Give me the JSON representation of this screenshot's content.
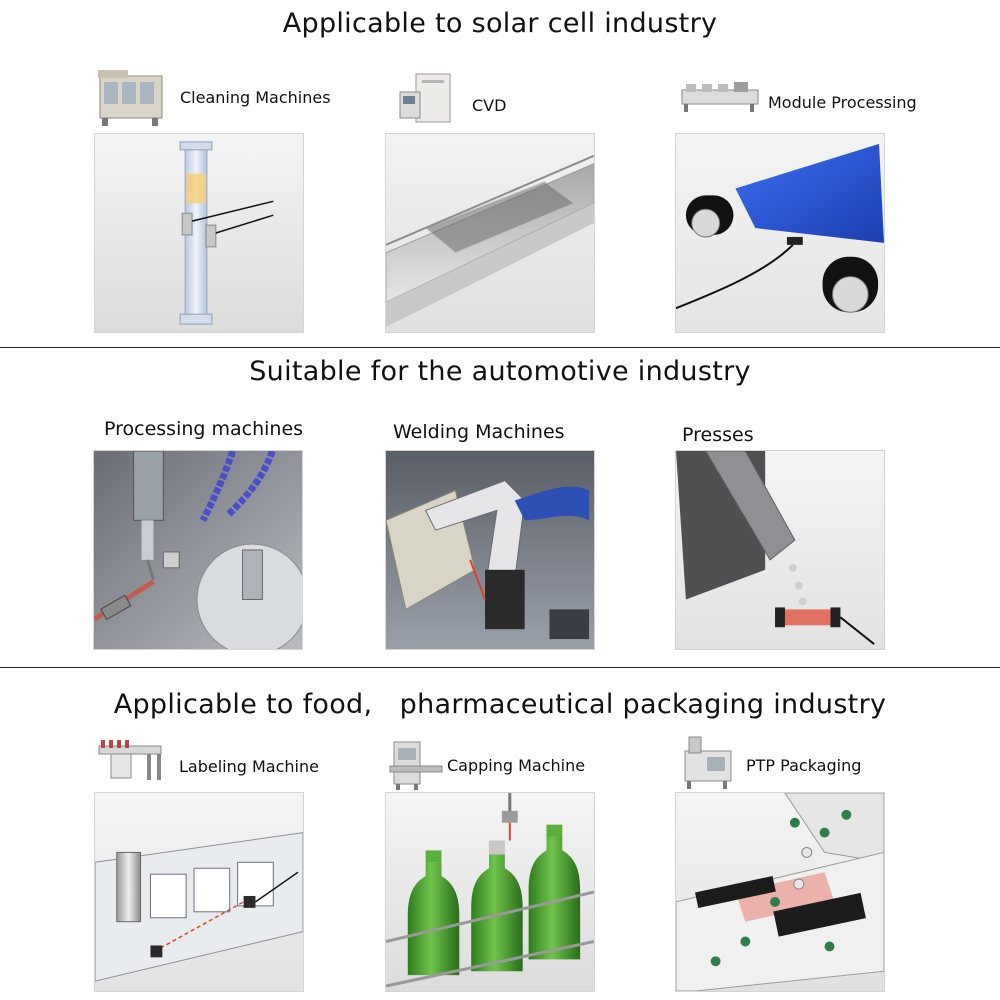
{
  "sections": [
    {
      "title": "Applicable to solar cell industry",
      "items": [
        {
          "label": "Cleaning Machines",
          "icon": "cleaning-machine-icon"
        },
        {
          "label": "CVD",
          "icon": "cvd-machine-icon"
        },
        {
          "label": "Module Processing",
          "icon": "module-line-icon"
        }
      ]
    },
    {
      "title": "Suitable for the automotive industry",
      "items": [
        {
          "label": "Processing machines"
        },
        {
          "label": "Welding Machines"
        },
        {
          "label": "Presses"
        }
      ]
    },
    {
      "title": "Applicable to food,　pharmaceutical packaging industry",
      "items": [
        {
          "label": "Labeling Machine",
          "icon": "labeling-conveyor-icon"
        },
        {
          "label": "Capping Machine",
          "icon": "capping-machine-icon"
        },
        {
          "label": "PTP Packaging",
          "icon": "ptp-machine-icon"
        }
      ]
    }
  ],
  "colors": {
    "text": "#111111",
    "divider": "#222222",
    "sensor_beam": "#e0402a",
    "bottle_green": "#3f9a2c",
    "solar_blue": "#2f5fd8",
    "coolant_blue": "#4a4fc8"
  }
}
